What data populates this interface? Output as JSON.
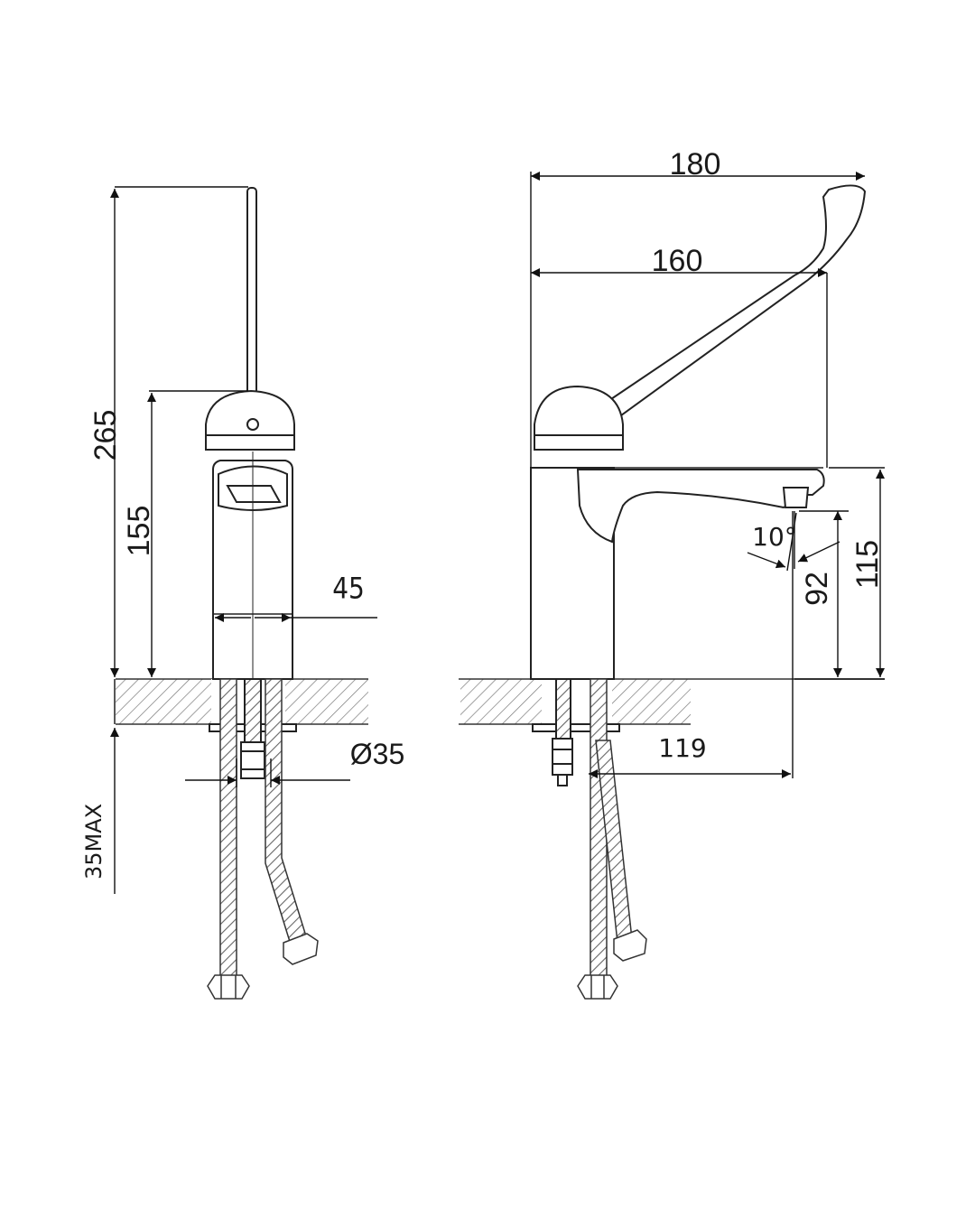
{
  "drawing": {
    "front_view": {
      "dimensions": {
        "total_height": "265",
        "spout_height": "155",
        "body_width": "45",
        "hole_diameter": "Ø35",
        "counter_thickness": "35MAX"
      }
    },
    "side_view": {
      "dimensions": {
        "overall_length": "180",
        "body_to_lever": "160",
        "outlet_height": "115",
        "clearance_height": "92",
        "projection": "119",
        "angle": "10°"
      }
    }
  }
}
